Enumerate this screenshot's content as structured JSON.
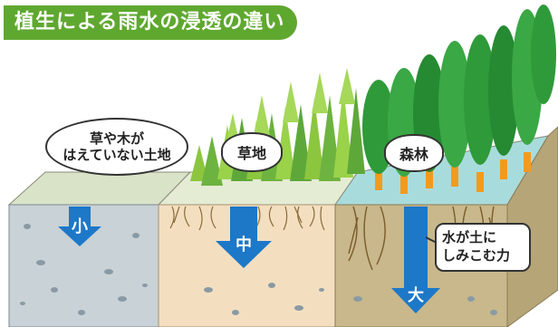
{
  "title": "植生による雨水の浸透の違い",
  "zones": [
    {
      "name": "bare",
      "label_line1": "草や木が",
      "label_line2": "はえていない土地",
      "infiltration": "小"
    },
    {
      "name": "grass",
      "label": "草地",
      "infiltration": "中"
    },
    {
      "name": "forest",
      "label": "森林",
      "infiltration": "大"
    }
  ],
  "callout": {
    "line1": "水が土に",
    "line2": "しみこむ力"
  },
  "colors": {
    "title_bg": "#5fa82f",
    "arrow": "#1d78c8",
    "bare_soil": "#c9d2d6",
    "grass_soil": "#f3dfc0",
    "forest_soil": "#c8b88c",
    "grass_green": "#7ec23a",
    "forest_green": "#2f9a3a",
    "trunk": "#f39a1e"
  }
}
